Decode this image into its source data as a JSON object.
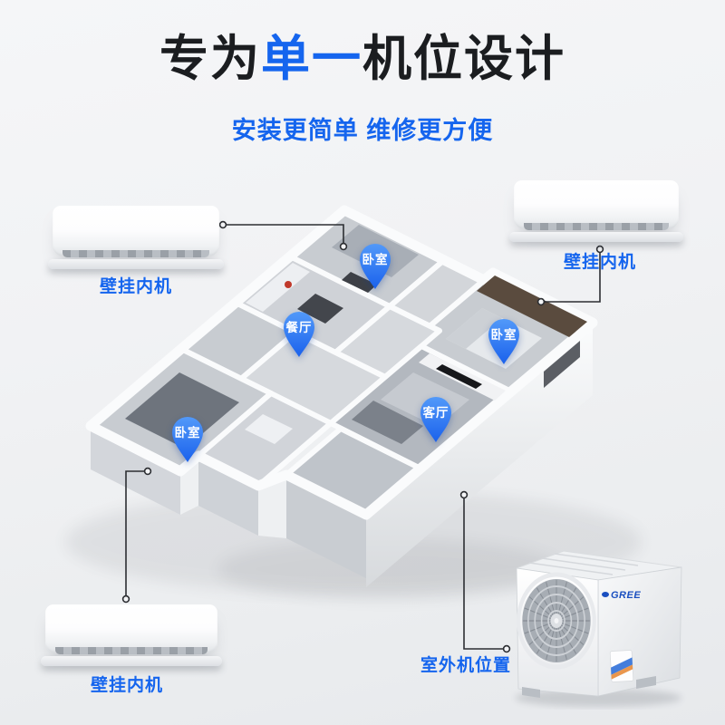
{
  "title": {
    "prefix": "专为",
    "highlight": "单一",
    "suffix": "机位设计"
  },
  "subtitle": "安装更简单 维修更方便",
  "colors": {
    "accent": "#1565ee",
    "title_text": "#1b1d20",
    "pin_top": "#5299f9",
    "pin_bottom": "#1a61ec",
    "connector": "#2c2e32",
    "background": "#f2f3f5"
  },
  "indoor_units": {
    "top_left": {
      "label": "壁挂内机"
    },
    "top_right": {
      "label": "壁挂内机"
    },
    "bottom_left": {
      "label": "壁挂内机"
    }
  },
  "outdoor_unit": {
    "label": "室外机位置",
    "brand": "GREE"
  },
  "room_pins": {
    "bedroom_north": "卧室",
    "dining": "餐厅",
    "bedroom_east": "卧室",
    "living": "客厅",
    "bedroom_southwest": "卧室"
  }
}
